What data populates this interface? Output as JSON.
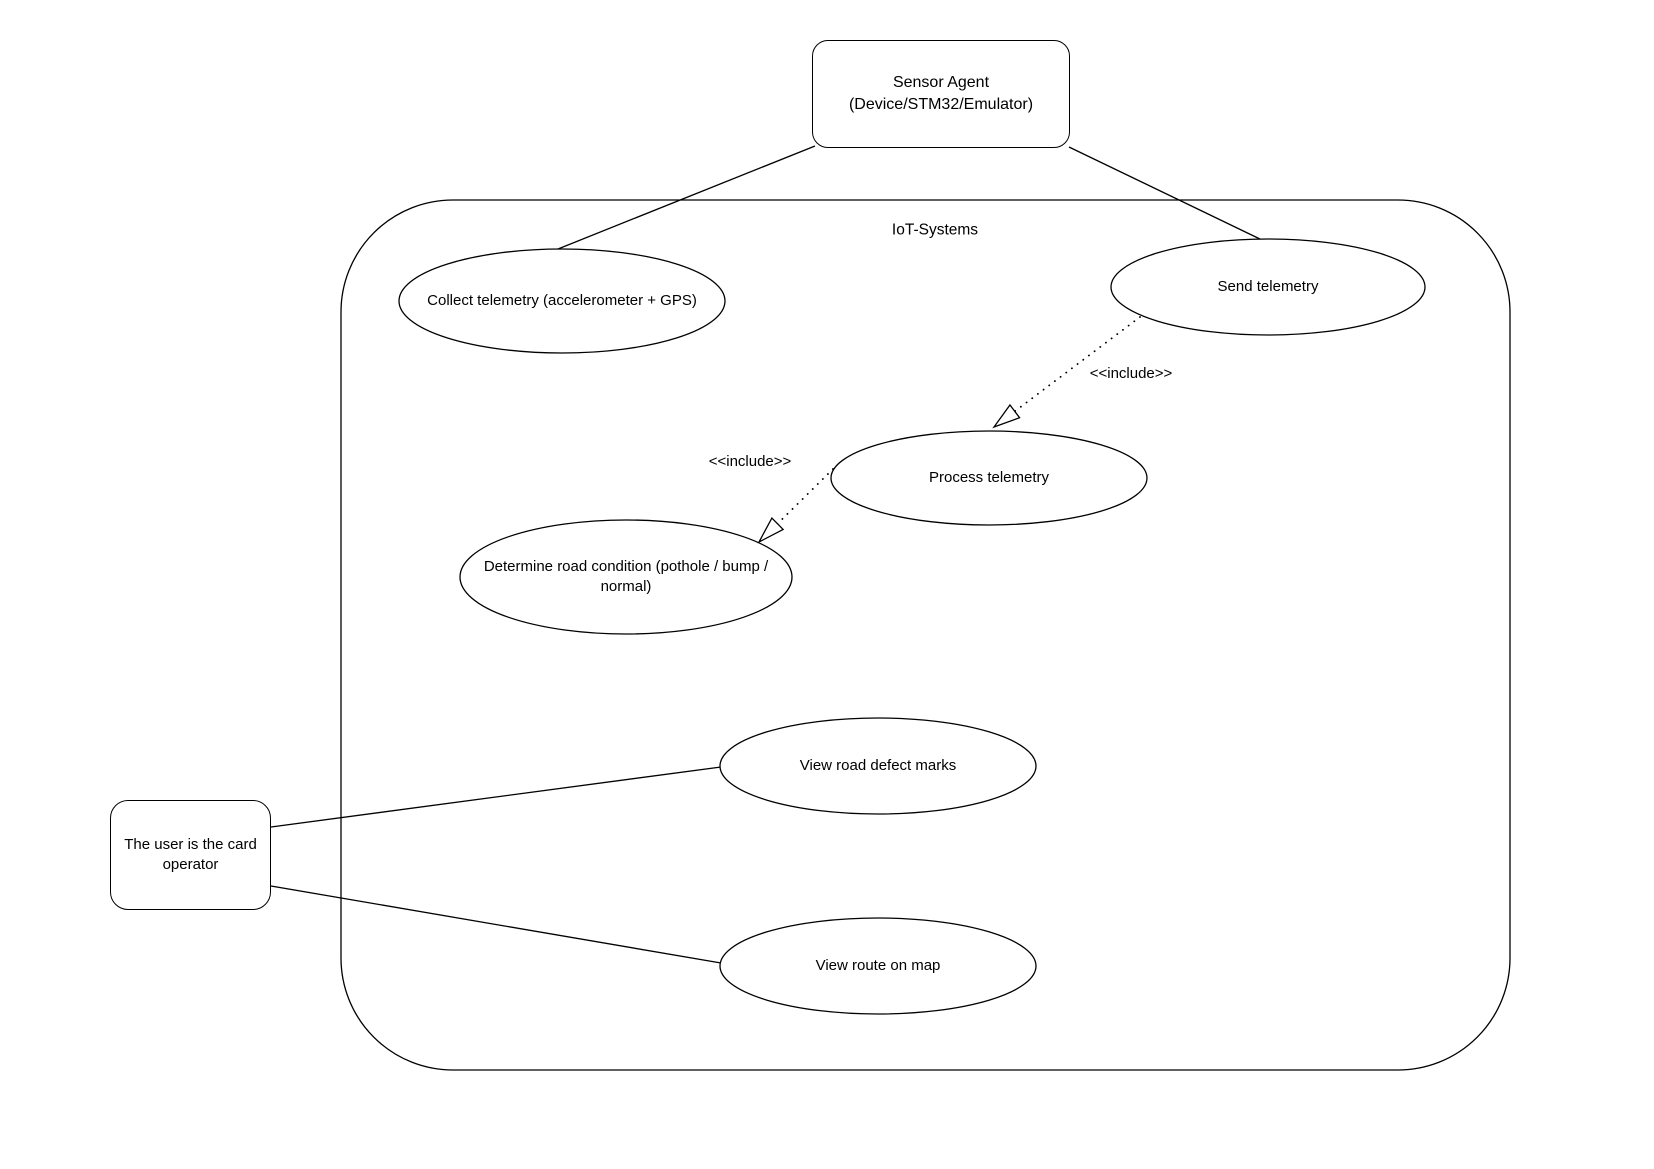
{
  "diagram": {
    "type": "uml-use-case-diagram",
    "colors": {
      "stroke": "#000000",
      "fill": "#ffffff",
      "background": "#ffffff"
    },
    "system_boundary": {
      "label": "IoT-Systems"
    },
    "actors": [
      {
        "id": "sensor-agent",
        "label": "Sensor Agent\n(Device/STM32/Emulator)"
      },
      {
        "id": "card-operator",
        "label": "The user is the card operator"
      }
    ],
    "use_cases": [
      {
        "id": "collect-telemetry",
        "label": "Collect telemetry (accelerometer + GPS)"
      },
      {
        "id": "send-telemetry",
        "label": "Send telemetry"
      },
      {
        "id": "process-telemetry",
        "label": "Process telemetry"
      },
      {
        "id": "determine-road-condition",
        "label": "Determine road condition (pothole / bump / normal)"
      },
      {
        "id": "view-road-defect-marks",
        "label": "View road defect marks"
      },
      {
        "id": "view-route-on-map",
        "label": "View route on map"
      }
    ],
    "include_arrows": [
      {
        "from": "Send telemetry",
        "to": "Process telemetry",
        "label": "<<include>>"
      },
      {
        "from": "Process telemetry",
        "to": "Determine road condition (pothole / bump / normal)",
        "label": "<<include>>"
      }
    ],
    "associations": [
      {
        "from": "Sensor Agent (Device/STM32/Emulator)",
        "to": "Collect telemetry (accelerometer + GPS)"
      },
      {
        "from": "Sensor Agent (Device/STM32/Emulator)",
        "to": "Send telemetry"
      },
      {
        "from": "The user is the card operator",
        "to": "View road defect marks"
      },
      {
        "from": "The user is the card operator",
        "to": "View route on map"
      }
    ]
  }
}
